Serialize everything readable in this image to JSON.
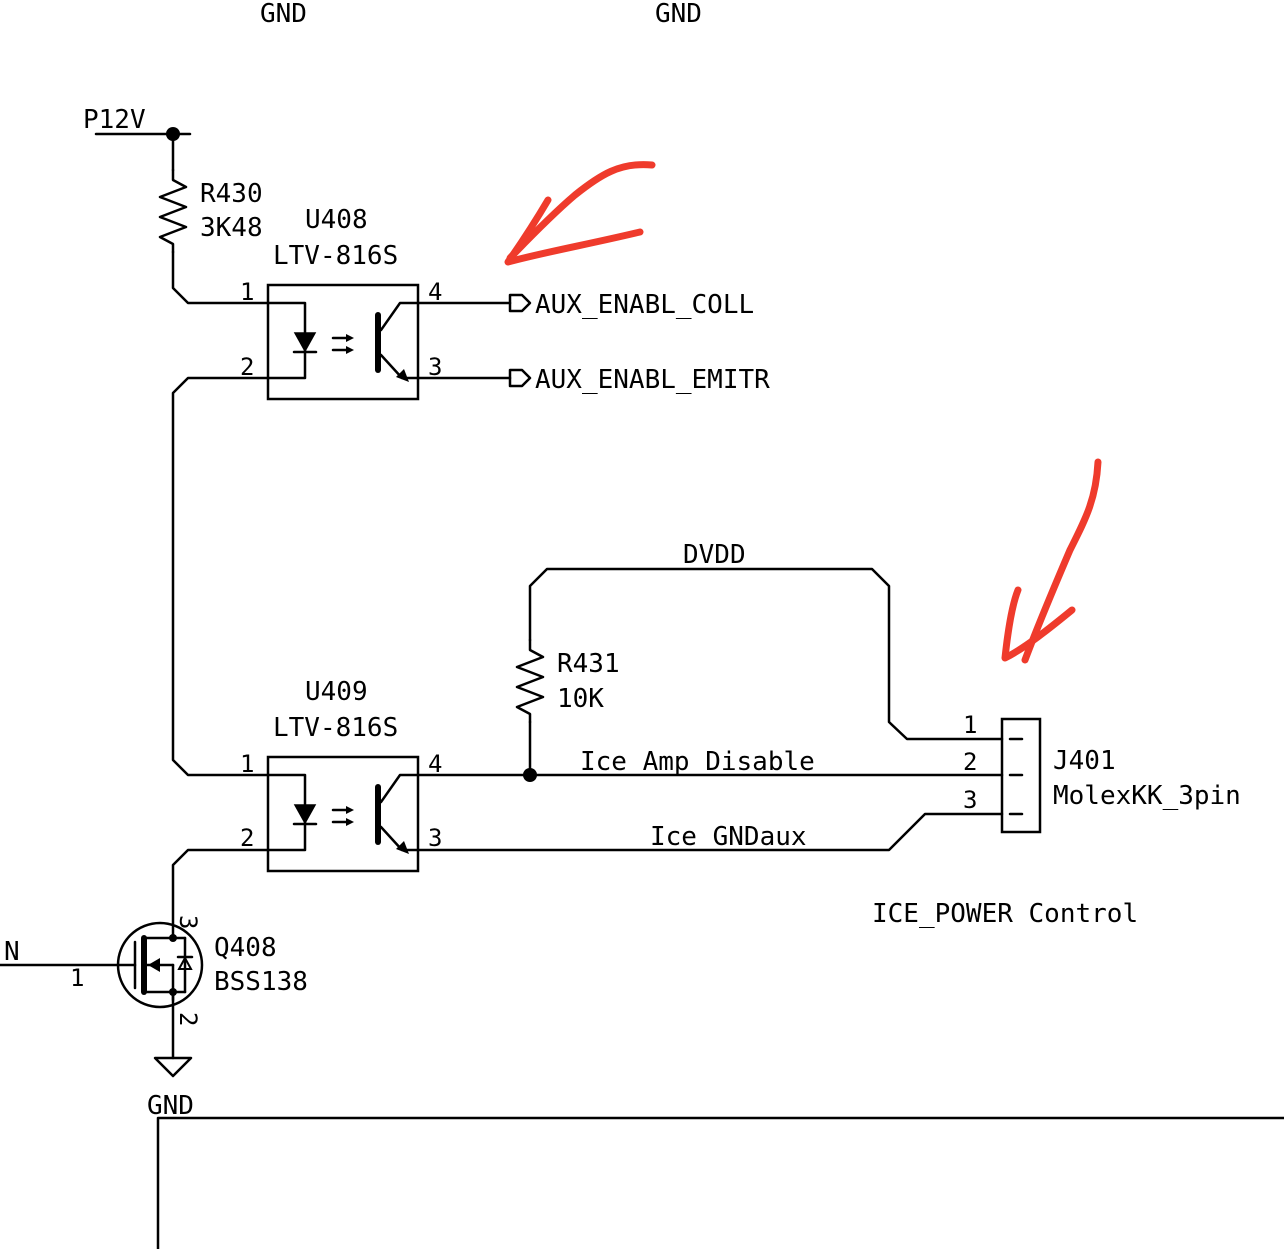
{
  "colors": {
    "wire": "#000000",
    "annotation": "#ef3b2c",
    "background": "#ffffff"
  },
  "top_labels": {
    "gnd_left": "GND",
    "gnd_right": "GND"
  },
  "power": {
    "p12v": "P12V",
    "dvdd": "DVDD",
    "gnd": "GND"
  },
  "r430": {
    "ref": "R430",
    "value": "3K48"
  },
  "r431": {
    "ref": "R431",
    "value": "10K"
  },
  "u408": {
    "ref": "U408",
    "part": "LTV-816S",
    "pins": {
      "p1": "1",
      "p2": "2",
      "p3": "3",
      "p4": "4"
    }
  },
  "u409": {
    "ref": "U409",
    "part": "LTV-816S",
    "pins": {
      "p1": "1",
      "p2": "2",
      "p3": "3",
      "p4": "4"
    }
  },
  "q408": {
    "ref": "Q408",
    "part": "BSS138",
    "pins": {
      "gate": "1",
      "source": "2",
      "drain": "3"
    },
    "net_partial": "N"
  },
  "j401": {
    "ref": "J401",
    "part": "MolexKK_3pin",
    "pins": {
      "p1": "1",
      "p2": "2",
      "p3": "3"
    }
  },
  "nets": {
    "aux_coll": "AUX_ENABL_COLL",
    "aux_emitr": "AUX_ENABL_EMITR",
    "ice_amp_disable": "Ice_Amp_Disable",
    "ice_gndaux": "Ice_GNDaux"
  },
  "section_title": "ICE_POWER Control",
  "annotations": [
    {
      "name": "red-arrow-aux-enable",
      "icon": "hand-drawn-arrow"
    },
    {
      "name": "red-arrow-j401",
      "icon": "hand-drawn-arrow"
    }
  ]
}
